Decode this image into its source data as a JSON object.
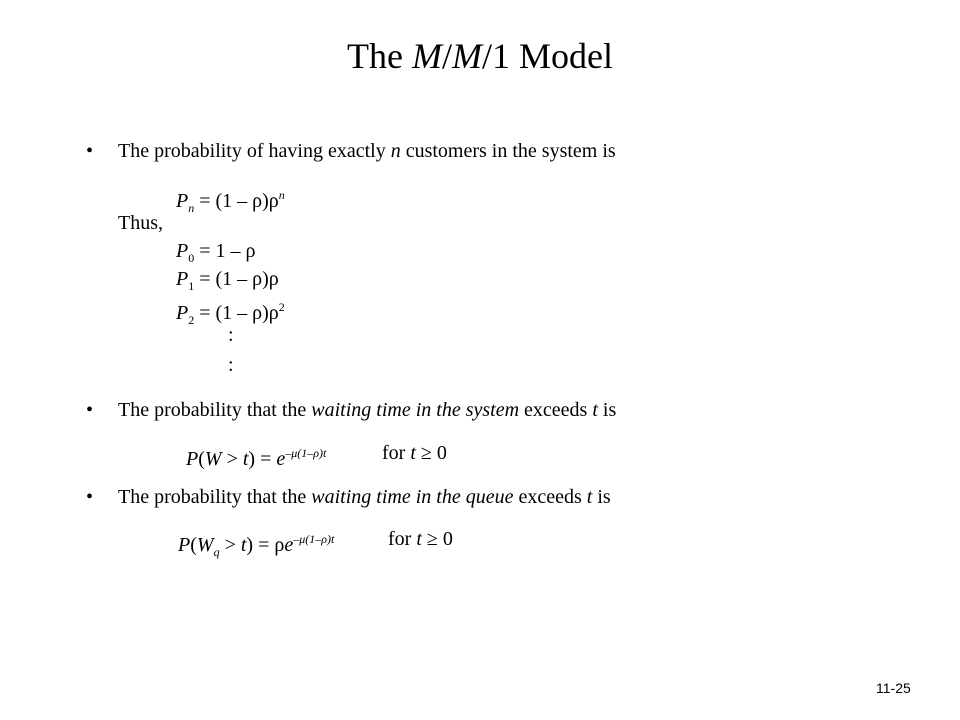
{
  "title": {
    "pre": "The ",
    "M1": "M",
    "s1": "/",
    "M2": "M",
    "post": "/1 Model"
  },
  "bullet_char": "•",
  "b1": {
    "pre": "The probability of having exactly ",
    "var": "n",
    "post": " customers in the system is"
  },
  "pn": {
    "P": "P",
    "sub": "n",
    "mid": " = (1 – ρ)ρ",
    "sup": "n"
  },
  "thus": "Thus,",
  "p0": {
    "P": "P",
    "sub": "0",
    "rest": " = 1 – ρ"
  },
  "p1": {
    "P": "P",
    "sub": "1",
    "rest": " = (1 – ρ)ρ"
  },
  "p2": {
    "P": "P",
    "sub": "2",
    "rest": " = (1 – ρ)ρ",
    "sup": "2"
  },
  "dots": ":",
  "b2": {
    "pre": "The probability that the ",
    "em": "waiting time in the system",
    "mid": " exceeds ",
    "var": "t",
    "post": " is"
  },
  "f1": {
    "lhs1": "P",
    "lhs2": "(",
    "W": "W",
    "gt": " > ",
    "t": "t",
    "close": ") = ",
    "e": "e",
    "exp": "–μ(1–ρ)t",
    "for": "for ",
    "t2": "t",
    "cond": " ≥ 0"
  },
  "b3": {
    "pre": "The probability that the ",
    "em": "waiting time in the queue",
    "mid": " exceeds ",
    "var": "t",
    "post": " is"
  },
  "f2": {
    "lhs1": "P",
    "lhs2": "(",
    "W": "W",
    "Wsub": "q",
    "gt": " > ",
    "t": "t",
    "close": ") = ρ",
    "e": "e",
    "exp": "–μ(1–ρ)t",
    "for": "for ",
    "t2": "t",
    "cond": " ≥ 0"
  },
  "page_number": "11-25"
}
